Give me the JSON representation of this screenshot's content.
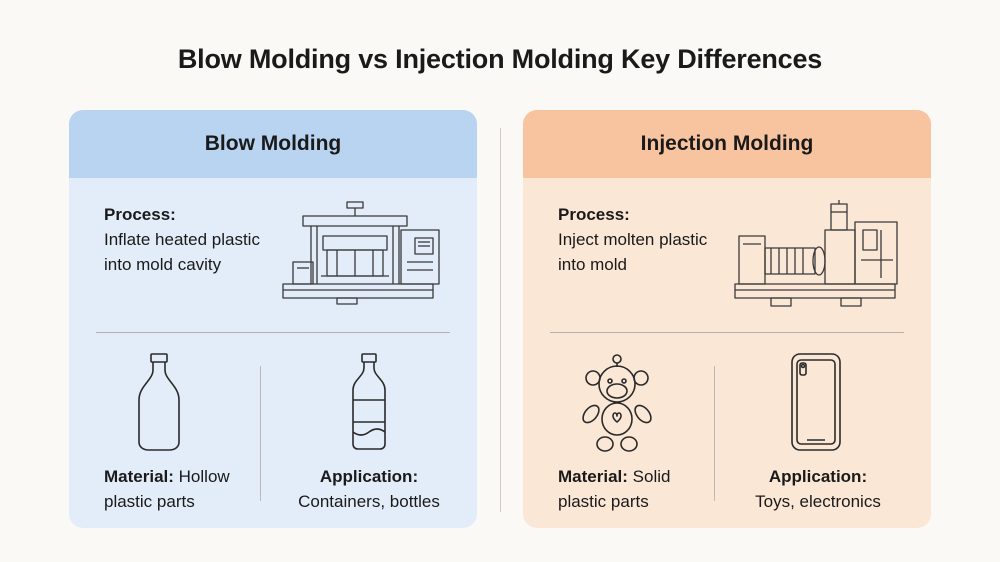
{
  "title": "Blow Molding vs Injection Molding Key Differences",
  "blow": {
    "header": "Blow Molding",
    "process_label": "Process:",
    "process_text": "Inflate heated plastic into mold cavity",
    "material_label": "Material:",
    "material_text": "Hollow plastic parts",
    "application_label": "Application:",
    "application_text": "Containers, bottles",
    "icons": [
      "blow-molding-machine-icon",
      "round-bottle-icon",
      "water-bottle-icon"
    ]
  },
  "injection": {
    "header": "Injection Molding",
    "process_label": "Process:",
    "process_text": "Inject molten plastic into mold",
    "material_label": "Material:",
    "material_text": "Solid plastic parts",
    "application_label": "Application:",
    "application_text": "Toys, electronics",
    "icons": [
      "injection-molding-machine-icon",
      "teddy-bear-toy-icon",
      "smartphone-icon"
    ]
  },
  "colors": {
    "blow_header": "#b8d4f0",
    "blow_body": "#e2edf9",
    "injection_header": "#f8c49f",
    "injection_body": "#fbe7d6"
  }
}
